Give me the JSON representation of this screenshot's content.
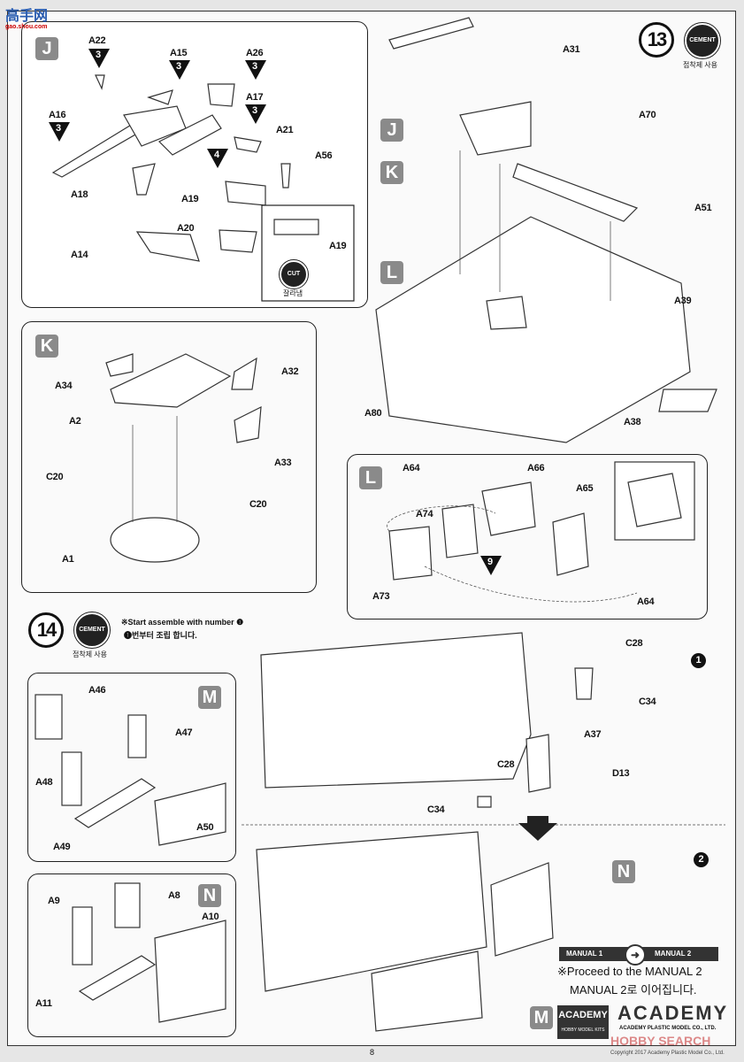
{
  "watermark_top": {
    "logo": "高手网",
    "url": "gao.shou.com"
  },
  "step13": {
    "number": "13",
    "cement": "CEMENT",
    "cement_kr": "접착제 사용"
  },
  "panel_j": {
    "badge": "J",
    "labels": [
      "A22",
      "A15",
      "A26",
      "A17",
      "A16",
      "A21",
      "A56",
      "A18",
      "A19",
      "A20",
      "A14"
    ],
    "counts": [
      "3",
      "3",
      "3",
      "3",
      "3",
      "4"
    ],
    "inset": {
      "label": "A19",
      "cut": "CUT",
      "cut_kr": "잘라냄"
    }
  },
  "main13": {
    "badges": [
      "J",
      "K",
      "L"
    ],
    "labels": [
      "A31",
      "A70",
      "A51",
      "A39",
      "A38",
      "A80"
    ]
  },
  "panel_k": {
    "badge": "K",
    "labels": [
      "A34",
      "A32",
      "A2",
      "A33",
      "C20",
      "C20",
      "A1"
    ]
  },
  "panel_l": {
    "badge": "L",
    "labels": [
      "A64",
      "A66",
      "A65",
      "A74",
      "A73",
      "A64"
    ],
    "count": "9"
  },
  "step14": {
    "number": "14",
    "cement": "CEMENT",
    "cement_kr": "접착제 사용",
    "note_en": "※Start assemble with number ❶",
    "note_kr": "❶번부터 조립 합니다."
  },
  "panel_m": {
    "badge": "M",
    "labels": [
      "A46",
      "A47",
      "A48",
      "A49",
      "A50"
    ]
  },
  "panel_n": {
    "badge": "N",
    "labels": [
      "A9",
      "A8",
      "A10",
      "A11"
    ]
  },
  "sub1": {
    "number": "1",
    "labels": [
      "C28",
      "C34",
      "A37",
      "C28",
      "D13",
      "C34"
    ]
  },
  "sub2": {
    "number": "2",
    "badges": [
      "N",
      "M"
    ]
  },
  "footer": {
    "manual1": "MANUAL 1",
    "manual2": "MANUAL 2",
    "proceed_en": "※Proceed to the MANUAL 2",
    "proceed_kr": "MANUAL 2로 이어집니다.",
    "brand_box": "ACADEMY",
    "brand_box_sub": "HOBBY MODEL KITS",
    "brand_logo": "ACADEMY",
    "brand_company": "ACADEMY PLASTIC MODEL CO., LTD.",
    "watermark": "HOBBY SEARCH",
    "copyright": "Copyright 2017 Academy Plastic Model Co., Ltd.",
    "page": "8"
  }
}
